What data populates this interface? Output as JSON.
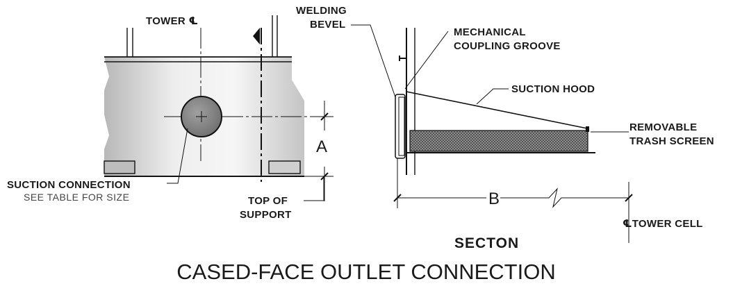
{
  "plan_view": {
    "tower_centerline_label": "TOWER ℄",
    "suction_connection_label": "SUCTION CONNECTION",
    "suction_connection_note": "SEE TABLE FOR SIZE",
    "top_of_support_line1": "TOP OF",
    "top_of_support_line2": "SUPPORT",
    "dimension_a": "A"
  },
  "section_view": {
    "welding_bevel_line1": "WELDING",
    "welding_bevel_line2": "BEVEL",
    "coupling_groove_line1": "MECHANICAL",
    "coupling_groove_line2": "COUPLING GROOVE",
    "suction_hood_label": "SUCTION HOOD",
    "trash_screen_line1": "REMOVABLE",
    "trash_screen_line2": "TRASH SCREEN",
    "dimension_b": "B",
    "tower_cell_label": "℄TOWER CELL",
    "title": "SECTON"
  },
  "caption": "CASED-FACE OUTLET CONNECTION",
  "colors": {
    "line": "#111111",
    "casing_light": "#f4f4f4",
    "casing_dark": "#b8b8b8",
    "pipe_fill": "#8a8a8a"
  }
}
